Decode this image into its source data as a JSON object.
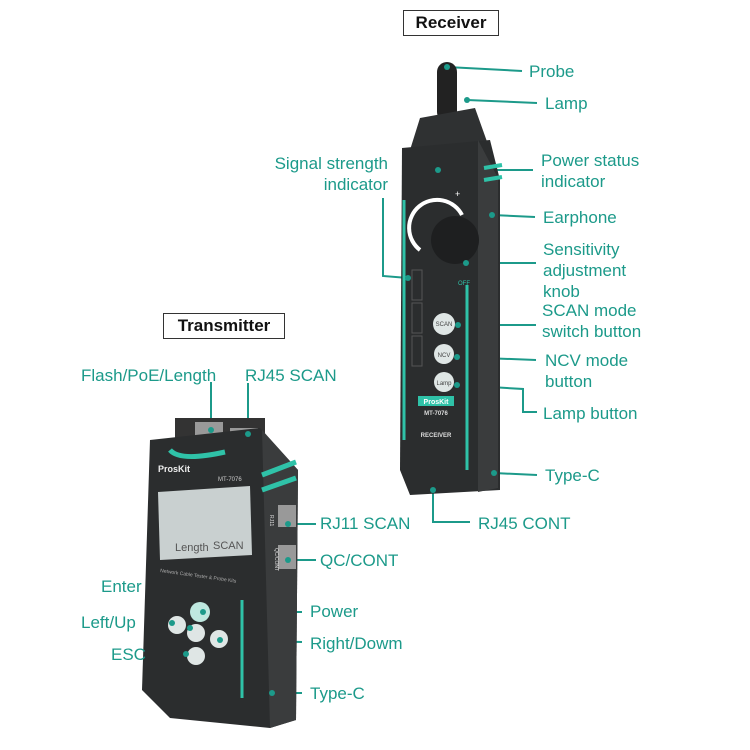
{
  "colors": {
    "accent": "#1c9a8a",
    "body": "#2b2d2e",
    "stripe": "#2fc2a8",
    "screen": "#c9d0d0"
  },
  "receiver": {
    "title": "Receiver",
    "brand": "ProsKit",
    "model": "MT-7076",
    "name": "RECEIVER",
    "buttons": {
      "scan": "SCAN",
      "ncv": "NCV",
      "lamp": "Lamp"
    },
    "knob_plus": "+",
    "knob_off": "OFF",
    "labels": {
      "probe": "Probe",
      "lamp": "Lamp",
      "signal_line1": "Signal strength",
      "signal_line2": "indicator",
      "power_line1": "Power status",
      "power_line2": "indicator",
      "earphone": "Earphone",
      "sens_line1": "Sensitivity",
      "sens_line2": "adjustment",
      "sens_line3": "knob",
      "scan_line1": "SCAN mode",
      "scan_line2": "switch button",
      "ncv_line1": "NCV mode",
      "ncv_line2": "button",
      "lamp_button": "Lamp button",
      "typec": "Type-C",
      "rj45cont": "RJ45 CONT"
    }
  },
  "transmitter": {
    "title": "Transmitter",
    "brand": "ProsKit",
    "model": "MT-7076",
    "screen_left": "Length",
    "screen_right": "SCAN",
    "caption": "Network Cable Tester & Probe Kits",
    "port_rj11": "RJ11",
    "port_qc": "QC/CONT",
    "labels": {
      "flash": "Flash/PoE/Length",
      "rj45scan": "RJ45 SCAN",
      "rj11scan": "RJ11 SCAN",
      "qccont": "QC/CONT",
      "enter": "Enter",
      "leftup": "Left/Up",
      "esc": "ESC",
      "power": "Power",
      "rightdown": "Right/Dowm",
      "typec": "Type-C"
    }
  }
}
